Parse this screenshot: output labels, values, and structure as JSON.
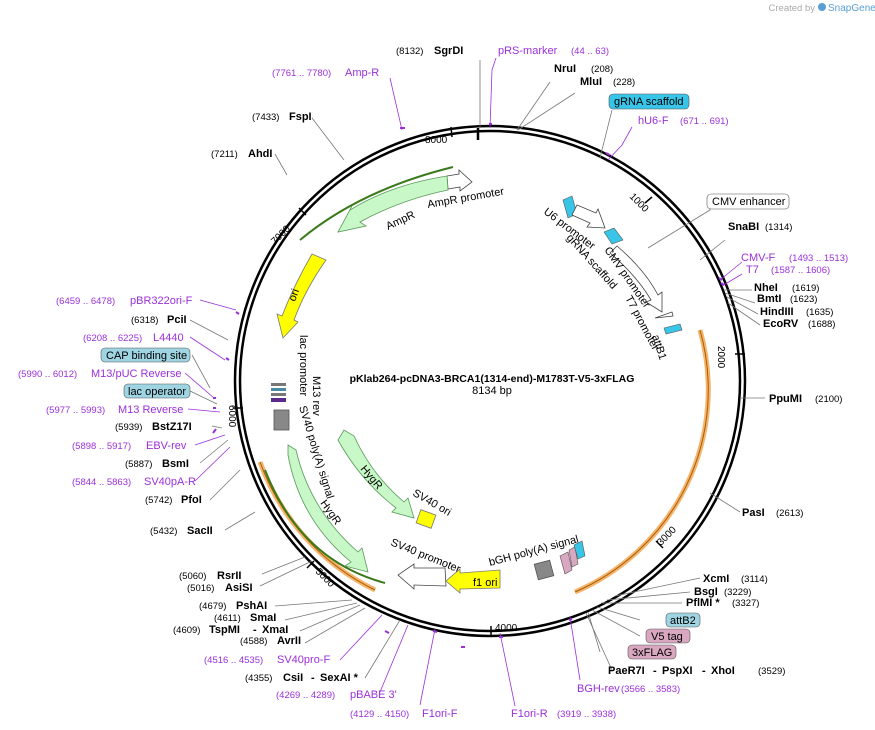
{
  "header": {
    "created_by": "Created by",
    "brand": "SnapGene"
  },
  "plasmid": {
    "name": "pKlab264-pcDNA3-BRCA1(1314-end)-M1783T-V5-3xFLAG",
    "size_label": "8134 bp"
  },
  "ticks": [
    "1000",
    "2000",
    "3000",
    "4000",
    "5000",
    "6000",
    "7000",
    "8000"
  ],
  "colors": {
    "primer": "#9b30d9",
    "orf": "#c8f7c8",
    "orf_stroke": "#5a9a5a",
    "origin": "#ffff00",
    "promoter": "#ffffff",
    "misc": "#39c5e8",
    "tag": "#d9a7c0",
    "highlight": "#f7b36a",
    "box_blue": "#9fd4e2"
  },
  "labels": [
    {
      "name": "SgrDI",
      "pos": "(8132)",
      "kind": "enzyme"
    },
    {
      "name": "pRS-marker",
      "pos": "(44 .. 63)",
      "kind": "primer"
    },
    {
      "name": "NruI",
      "pos": "(208)",
      "kind": "enzyme"
    },
    {
      "name": "MluI",
      "pos": "(228)",
      "kind": "enzyme"
    },
    {
      "name": "gRNA scaffold",
      "pos": "",
      "kind": "boxed-blue"
    },
    {
      "name": "hU6-F",
      "pos": "(671 .. 691)",
      "kind": "primer"
    },
    {
      "name": "CMV enhancer",
      "pos": "",
      "kind": "boxed-white"
    },
    {
      "name": "SnaBI",
      "pos": "(1314)",
      "kind": "enzyme"
    },
    {
      "name": "CMV-F",
      "pos": "(1493 .. 1513)",
      "kind": "primer"
    },
    {
      "name": "T7",
      "pos": "(1587 .. 1606)",
      "kind": "primer"
    },
    {
      "name": "NheI",
      "pos": "(1619)",
      "kind": "enzyme"
    },
    {
      "name": "BmtI",
      "pos": "(1623)",
      "kind": "enzyme"
    },
    {
      "name": "HindIII",
      "pos": "(1635)",
      "kind": "enzyme"
    },
    {
      "name": "EcoRV",
      "pos": "(1688)",
      "kind": "enzyme"
    },
    {
      "name": "PpuMI",
      "pos": "(2100)",
      "kind": "enzyme"
    },
    {
      "name": "PasI",
      "pos": "(2613)",
      "kind": "enzyme"
    },
    {
      "name": "XcmI",
      "pos": "(3114)",
      "kind": "enzyme"
    },
    {
      "name": "BsgI",
      "pos": "(3229)",
      "kind": "enzyme"
    },
    {
      "name": "PflMI *",
      "pos": "(3327)",
      "kind": "enzyme"
    },
    {
      "name": "attB2",
      "pos": "",
      "kind": "boxed-blue"
    },
    {
      "name": "V5 tag",
      "pos": "",
      "kind": "boxed-pink"
    },
    {
      "name": "3xFLAG",
      "pos": "",
      "kind": "boxed-pink"
    },
    {
      "name": "PaeR7I",
      "pos": "",
      "kind": "enzyme"
    },
    {
      "name": "PspXI",
      "pos": "",
      "kind": "enzyme"
    },
    {
      "name": "XhoI",
      "pos": "(3529)",
      "kind": "enzyme"
    },
    {
      "name": "BGH-rev",
      "pos": "(3566 .. 3583)",
      "kind": "primer"
    },
    {
      "name": "F1ori-R",
      "pos": "(3919 .. 3938)",
      "kind": "primer"
    },
    {
      "name": "F1ori-F",
      "pos": "(4129 .. 4150)",
      "kind": "primer"
    },
    {
      "name": "pBABE 3'",
      "pos": "(4269 .. 4289)",
      "kind": "primer"
    },
    {
      "name": "CsiI",
      "pos": "(4355)",
      "kind": "enzyme"
    },
    {
      "name": "SexAI *",
      "pos": "",
      "kind": "enzyme"
    },
    {
      "name": "SV40pro-F",
      "pos": "(4516 .. 4535)",
      "kind": "primer"
    },
    {
      "name": "AvrII",
      "pos": "(4588)",
      "kind": "enzyme"
    },
    {
      "name": "TspMI",
      "pos": "(4609)",
      "kind": "enzyme"
    },
    {
      "name": "XmaI",
      "pos": "",
      "kind": "enzyme"
    },
    {
      "name": "SmaI",
      "pos": "(4611)",
      "kind": "enzyme"
    },
    {
      "name": "PshAI",
      "pos": "(4679)",
      "kind": "enzyme"
    },
    {
      "name": "AsiSI",
      "pos": "(5016)",
      "kind": "enzyme"
    },
    {
      "name": "RsrII",
      "pos": "(5060)",
      "kind": "enzyme"
    },
    {
      "name": "SacII",
      "pos": "(5432)",
      "kind": "enzyme"
    },
    {
      "name": "PfoI",
      "pos": "(5742)",
      "kind": "enzyme"
    },
    {
      "name": "SV40pA-R",
      "pos": "(5844 .. 5863)",
      "kind": "primer"
    },
    {
      "name": "BsmI",
      "pos": "(5887)",
      "kind": "enzyme"
    },
    {
      "name": "EBV-rev",
      "pos": "(5898 .. 5917)",
      "kind": "primer"
    },
    {
      "name": "BstZ17I",
      "pos": "(5939)",
      "kind": "enzyme"
    },
    {
      "name": "M13 Reverse",
      "pos": "(5977 .. 5993)",
      "kind": "primer"
    },
    {
      "name": "lac operator",
      "pos": "",
      "kind": "boxed-blue"
    },
    {
      "name": "M13/pUC Reverse",
      "pos": "(5990 .. 6012)",
      "kind": "primer"
    },
    {
      "name": "CAP binding site",
      "pos": "",
      "kind": "boxed-blue"
    },
    {
      "name": "L4440",
      "pos": "(6208 .. 6225)",
      "kind": "primer"
    },
    {
      "name": "PciI",
      "pos": "(6318)",
      "kind": "enzyme"
    },
    {
      "name": "pBR322ori-F",
      "pos": "(6459 .. 6478)",
      "kind": "primer"
    },
    {
      "name": "AhdI",
      "pos": "(7211)",
      "kind": "enzyme"
    },
    {
      "name": "FspI",
      "pos": "(7433)",
      "kind": "enzyme"
    },
    {
      "name": "Amp-R",
      "pos": "(7761 .. 7780)",
      "kind": "primer"
    }
  ],
  "features": [
    "AmpR promoter",
    "AmpR",
    "ori",
    "lac promoter",
    "M13 rev",
    "SV40 poly(A) signal",
    "HygR",
    "SV40 ori",
    "SV40 promoter",
    "f1 ori",
    "bGH poly(A) signal",
    "U6 promoter",
    "gRNA scaffold",
    "CMV promoter",
    "T7 promoter",
    "attB1"
  ]
}
